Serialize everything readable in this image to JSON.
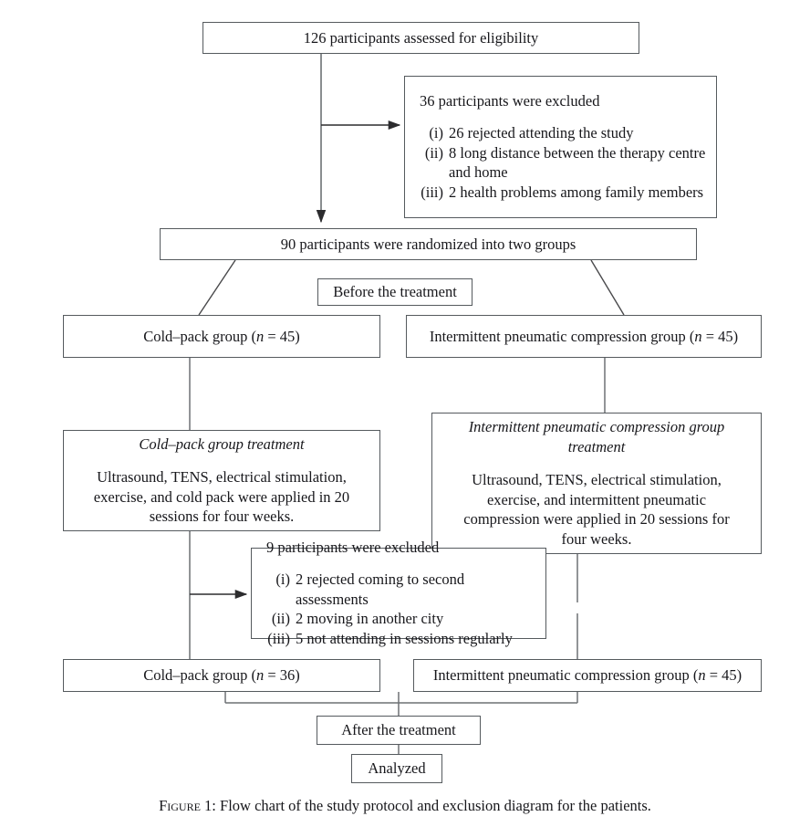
{
  "figure": {
    "caption_label": "Figure",
    "caption_number": "1:",
    "caption_text": "Flow chart of the study protocol and exclusion diagram for the patients."
  },
  "nodes": {
    "assessed": {
      "text": "126 participants assessed for eligibility"
    },
    "excluded_first": {
      "heading": "36 participants were excluded",
      "items": [
        {
          "marker": "(i)",
          "text": "26 rejected attending the study"
        },
        {
          "marker": "(ii)",
          "text": "8 long distance between the therapy centre",
          "text2": "and home"
        },
        {
          "marker": "(iii)",
          "text": "2 health problems among family members"
        }
      ]
    },
    "randomized": {
      "text": "90 participants were randomized into two groups"
    },
    "before_treatment": {
      "text": "Before the treatment"
    },
    "cold_pack_group": {
      "prefix": "Cold–pack group (",
      "n_symbol": "n",
      "suffix": " = 45)"
    },
    "ipc_group": {
      "prefix": "Intermittent pneumatic compression group (",
      "n_symbol": "n",
      "suffix": " = 45)"
    },
    "cold_pack_treatment": {
      "title": "Cold–pack group treatment",
      "line1": "Ultrasound, TENS, electrical stimulation,",
      "line2": "exercise, and cold pack were applied in 20",
      "line3": "sessions for four weeks."
    },
    "ipc_treatment": {
      "title_line1": "Intermittent pneumatic compression group",
      "title_line2": "treatment",
      "line1": "Ultrasound, TENS, electrical stimulation,",
      "line2": "exercise, and intermittent pneumatic",
      "line3": "compression were applied in 20 sessions for",
      "line4": "four weeks."
    },
    "excluded_second": {
      "heading": "9 participants were excluded",
      "items": [
        {
          "marker": "(i)",
          "text": "2 rejected coming to second assessments"
        },
        {
          "marker": "(ii)",
          "text": "2 moving in another city"
        },
        {
          "marker": "(iii)",
          "text": "5 not attending in sessions regularly"
        }
      ]
    },
    "cold_pack_final": {
      "prefix": "Cold–pack group (",
      "n_symbol": "n",
      "suffix": " = 36)"
    },
    "ipc_final": {
      "prefix": "Intermittent pneumatic compression group (",
      "n_symbol": "n",
      "suffix": " = 45)"
    },
    "after_treatment": {
      "text": "After the treatment"
    },
    "analyzed": {
      "text": "Analyzed"
    }
  },
  "style": {
    "border_color": "#555a5e",
    "line_color": "#3a3a3c",
    "text_color": "#17171b",
    "background": "#ffffff"
  }
}
